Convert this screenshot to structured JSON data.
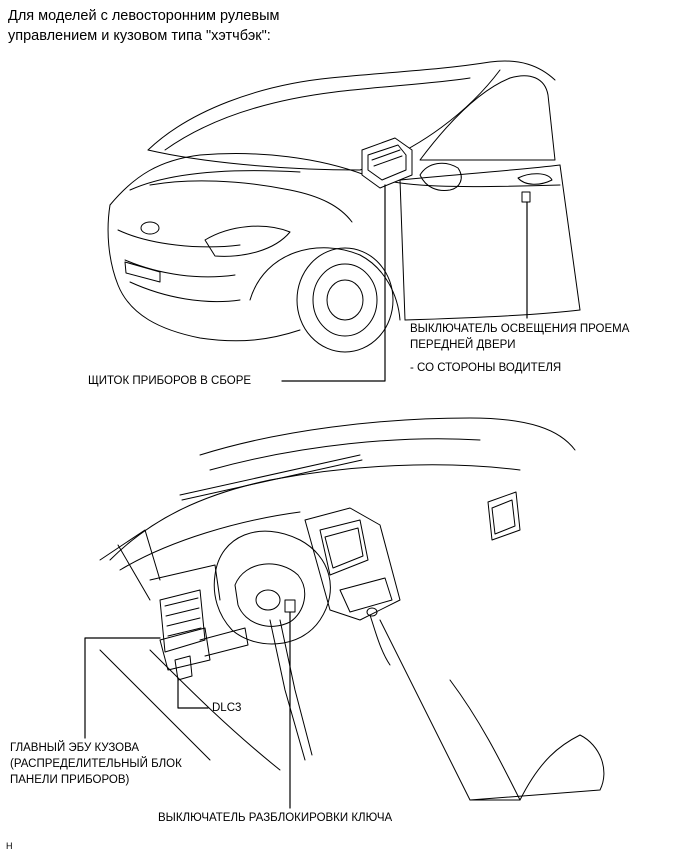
{
  "heading": {
    "lines": [
      "Для моделей с левосторонним рулевым",
      "управлением и кузовом типа \"хэтчбэк\":"
    ]
  },
  "callouts": {
    "door_switch": {
      "lines": [
        "ВЫКЛЮЧАТЕЛЬ ОСВЕЩЕНИЯ ПРОЕМА",
        "ПЕРЕДНЕЙ ДВЕРИ"
      ],
      "note": "- СО СТОРОНЫ ВОДИТЕЛЯ"
    },
    "combination_meter": "ЩИТОК ПРИБОРОВ В СБОРЕ",
    "dlc3": "DLC3",
    "body_ecu": {
      "lines": [
        "ГЛАВНЫЙ ЭБУ КУЗОВА",
        "(РАСПРЕДЕЛИТЕЛЬНЫЙ БЛОК",
        "ПАНЕЛИ ПРИБОРОВ)"
      ]
    },
    "key_unlock_switch": "ВЫКЛЮЧАТЕЛЬ РАЗБЛОКИРОВКИ КЛЮЧА"
  },
  "footer_code": "H"
}
